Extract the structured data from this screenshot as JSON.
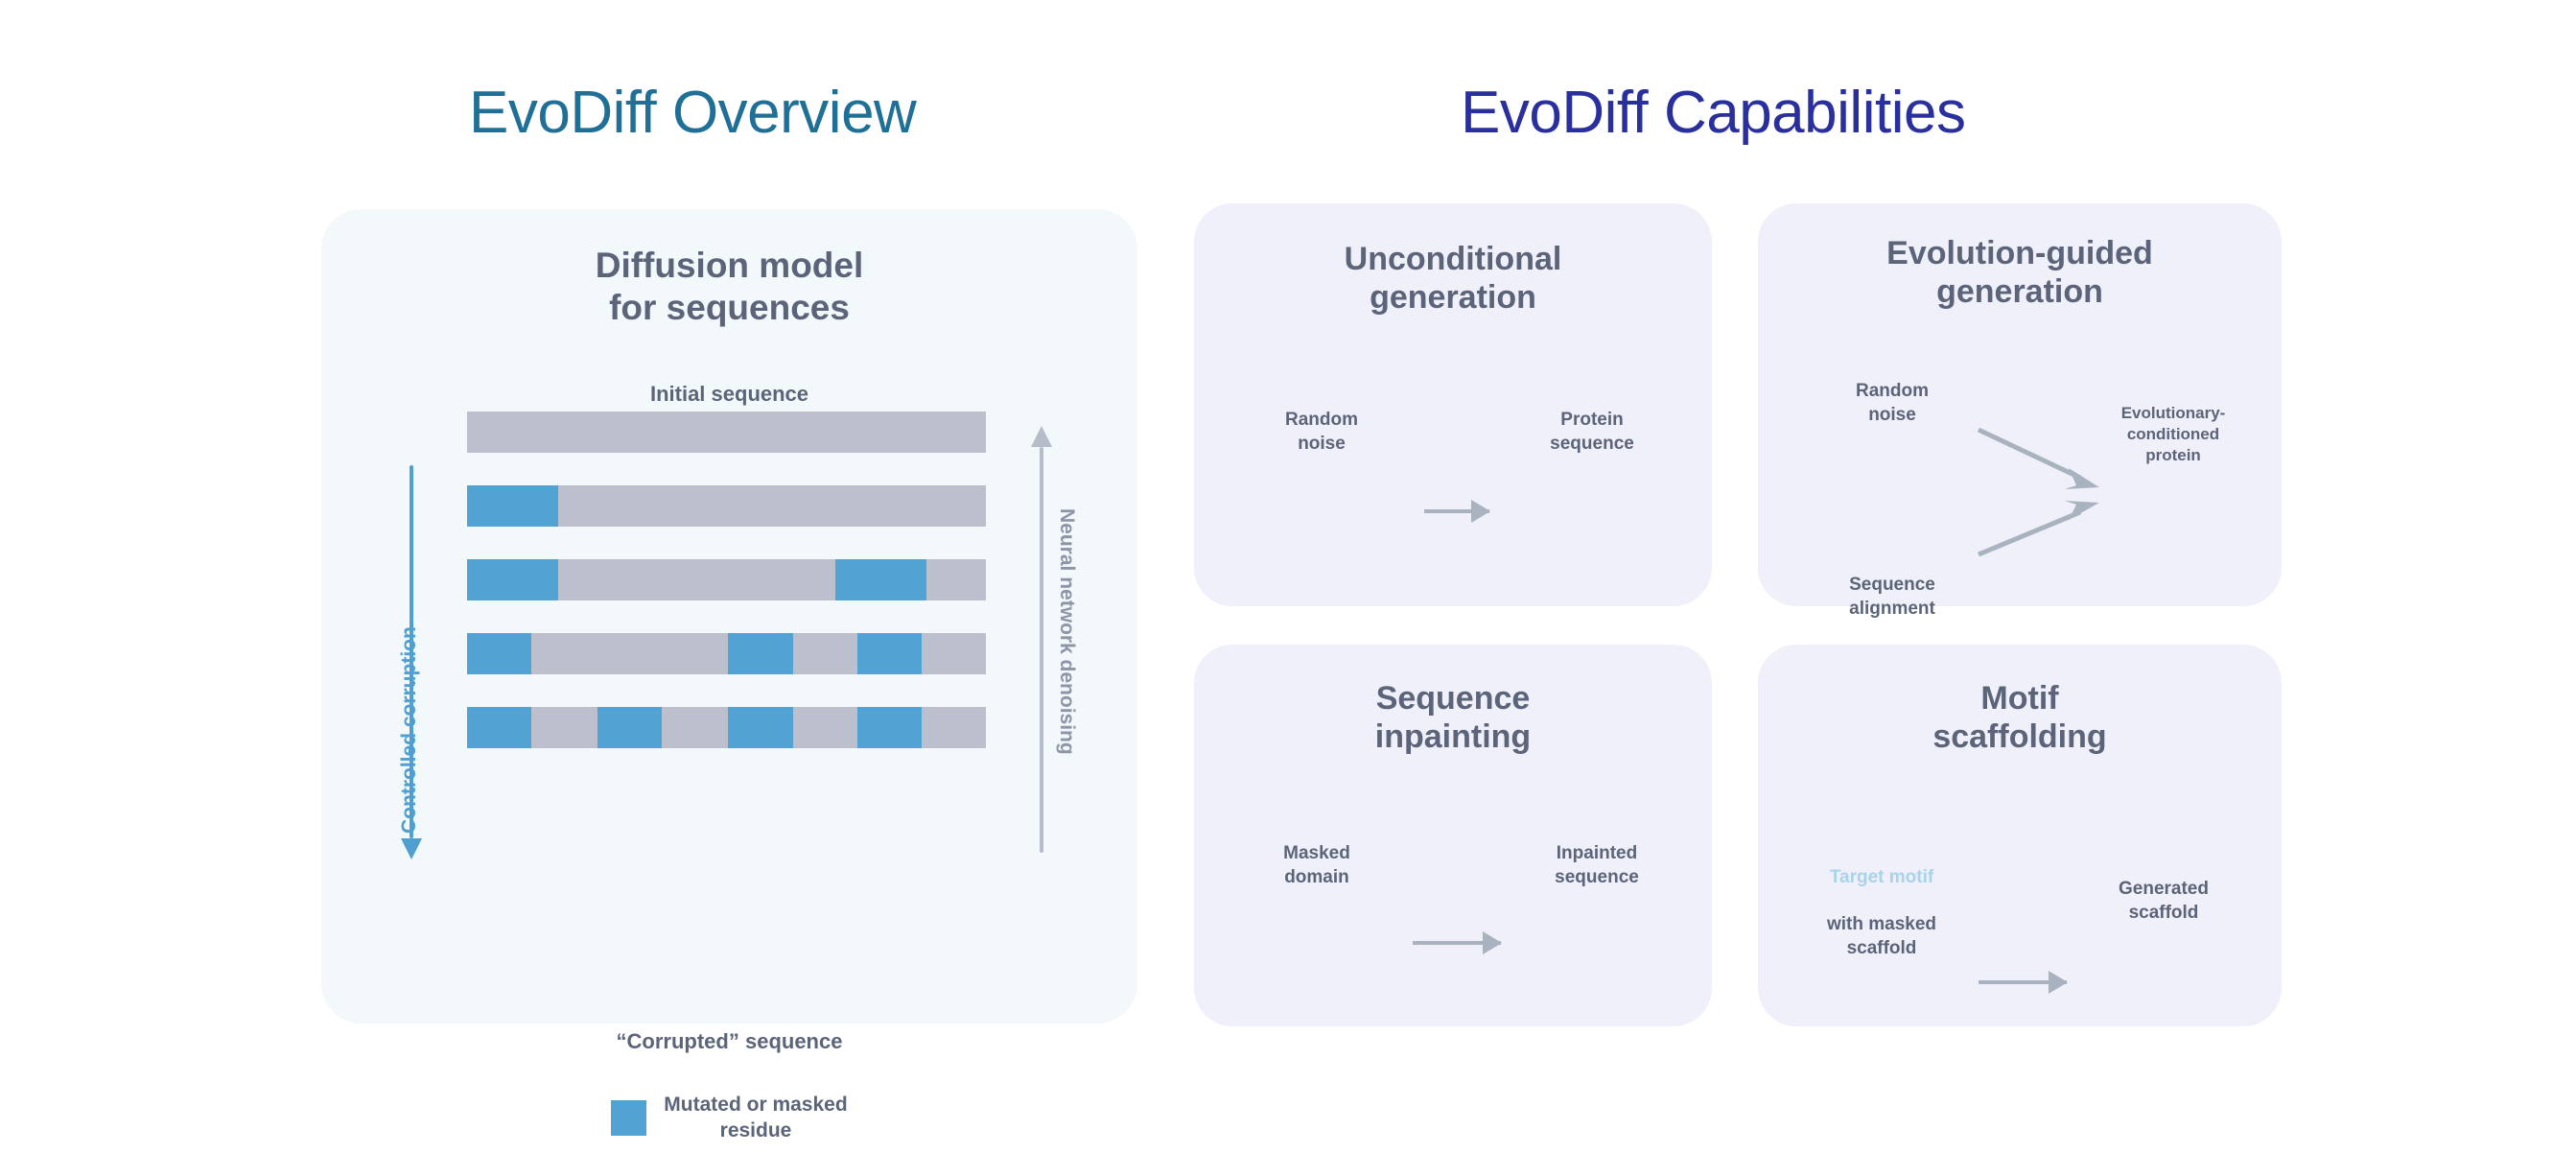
{
  "titles": {
    "overview": "EvoDiff Overview",
    "capabilities": "EvoDiff Capabilities",
    "overview_color": "#1f6f97",
    "capabilities_color": "#2a2f9e"
  },
  "diffusion_panel": {
    "title": "Diffusion model\nfor sequences",
    "top_label": "Initial sequence",
    "bottom_label": "“Corrupted” sequence",
    "left_axis_label": "Controlled corruption",
    "right_axis_label": "Neural network denoising",
    "left_axis_color": "#4f9fd1",
    "right_axis_color": "#b6bcc9",
    "legend": {
      "text": "Mutated or masked\nresidue",
      "swatch_color": "#52a3d4"
    },
    "colors": {
      "sequence": "#bcc0cc",
      "mutated": "#52a3d4",
      "card_bg": "#f3f8fb"
    },
    "rows": [
      {
        "name": "initial-sequence",
        "segments": [
          {
            "t": "gray",
            "w": 100
          }
        ]
      },
      {
        "name": "corruption-step-1",
        "segments": [
          {
            "t": "blue",
            "w": 17.5
          },
          {
            "t": "gray",
            "w": 82.5
          }
        ]
      },
      {
        "name": "corruption-step-2",
        "segments": [
          {
            "t": "blue",
            "w": 17.5
          },
          {
            "t": "gray",
            "w": 53.5
          },
          {
            "t": "blue",
            "w": 17.5
          },
          {
            "t": "gray",
            "w": 11.5
          }
        ]
      },
      {
        "name": "corruption-step-3",
        "segments": [
          {
            "t": "blue",
            "w": 17.5
          },
          {
            "t": "gray",
            "w": 53.5
          },
          {
            "t": "blue",
            "w": 17.5
          },
          {
            "t": "gray",
            "w": 17.5
          },
          {
            "t": "blue",
            "w": 17.5
          },
          {
            "t": "gray",
            "w": 17.5
          }
        ]
      },
      {
        "name": "corrupted-sequence",
        "segments": [
          {
            "t": "blue",
            "w": 17.5
          },
          {
            "t": "gray",
            "w": 18
          },
          {
            "t": "blue",
            "w": 17.5
          },
          {
            "t": "gray",
            "w": 18
          },
          {
            "t": "blue",
            "w": 17.5
          },
          {
            "t": "gray",
            "w": 17.5
          },
          {
            "t": "blue",
            "w": 17.5
          },
          {
            "t": "gray",
            "w": 17.5
          }
        ]
      }
    ]
  },
  "capabilities": {
    "card_bg": "#f0f0fa",
    "colors": {
      "noise": "#8b8edf",
      "sequence": "#b9c0cb",
      "inpainted": "#5d6480",
      "motif": "#bfddeb",
      "scaffold_generated": "#a9b1bd",
      "arrow": "#a8b3bf"
    },
    "cards": [
      {
        "id": "unconditional",
        "title": "Unconditional\ngeneration",
        "input_label": "Random\nnoise",
        "output_label": "Protein\nsequence",
        "input_bars": [
          {
            "indent": 0,
            "width": 88
          },
          {
            "indent": 6,
            "width": 94
          },
          {
            "indent": 0,
            "width": 88
          }
        ],
        "output_bars": [
          {
            "indent": 0,
            "width": 88
          },
          {
            "indent": 6,
            "width": 94
          },
          {
            "indent": 0,
            "width": 88
          }
        ]
      },
      {
        "id": "evolution-guided",
        "title": "Evolution-guided\ngeneration",
        "input_label": "Random\nnoise",
        "alignment_label": "Sequence\nalignment",
        "output_label": "Evolutionary-\nconditioned\nprotein",
        "input_bars": [
          {
            "indent": 0,
            "width": 88
          },
          {
            "indent": 6,
            "width": 94
          },
          {
            "indent": 0,
            "width": 88
          }
        ],
        "alignment_bars": [
          {
            "ticks": [
              12,
              67
            ]
          },
          {
            "ticks": [
              18,
              32,
              46
            ]
          },
          {
            "ticks": [
              25,
              59,
              90
            ]
          }
        ],
        "output_bars": [
          {
            "indent": 0,
            "width": 88
          },
          {
            "indent": 6,
            "width": 94
          },
          {
            "indent": 0,
            "width": 88
          }
        ]
      },
      {
        "id": "sequence-inpainting",
        "title": "Sequence\ninpainting",
        "input_label": "Masked\ndomain",
        "output_label": "Inpainted\nsequence",
        "input_bars": [
          {
            "indent": 0,
            "segments": [
              {
                "t": "gray",
                "w": 36
              },
              {
                "t": "purple",
                "w": 28
              },
              {
                "t": "gray",
                "w": 36
              }
            ]
          },
          {
            "indent": 6,
            "segments": [
              {
                "t": "gray",
                "w": 36
              },
              {
                "t": "purple",
                "w": 28
              },
              {
                "t": "gray",
                "w": 36
              }
            ]
          },
          {
            "indent": 0,
            "segments": [
              {
                "t": "gray",
                "w": 36
              },
              {
                "t": "purple",
                "w": 28
              },
              {
                "t": "gray",
                "w": 36
              }
            ]
          }
        ],
        "output_bars": [
          {
            "indent": 0,
            "segments": [
              {
                "t": "gray",
                "w": 36
              },
              {
                "t": "dark",
                "w": 28
              },
              {
                "t": "gray",
                "w": 36
              }
            ]
          },
          {
            "indent": 6,
            "segments": [
              {
                "t": "gray",
                "w": 36
              },
              {
                "t": "dark",
                "w": 28
              },
              {
                "t": "gray",
                "w": 36
              }
            ]
          },
          {
            "indent": 0,
            "segments": [
              {
                "t": "gray",
                "w": 36
              },
              {
                "t": "dark",
                "w": 28
              },
              {
                "t": "gray",
                "w": 36
              }
            ]
          }
        ]
      },
      {
        "id": "motif-scaffolding",
        "title": "Motif\nscaffolding",
        "input_label_accent": "Target motif",
        "input_label_rest": "with masked scaffold",
        "output_label": "Generated\nscaffold",
        "input_bars": [
          {
            "indent": 0,
            "segments": [
              {
                "t": "lblue",
                "w": 20
              },
              {
                "t": "purple",
                "w": 22
              },
              {
                "t": "lblue",
                "w": 16
              },
              {
                "t": "purple",
                "w": 22
              },
              {
                "t": "lblue",
                "w": 20
              }
            ]
          },
          {
            "indent": 8,
            "segments": [
              {
                "t": "lblue",
                "w": 20
              },
              {
                "t": "purple",
                "w": 22
              },
              {
                "t": "lblue",
                "w": 16
              },
              {
                "t": "purple",
                "w": 22
              },
              {
                "t": "lblue",
                "w": 20
              }
            ]
          },
          {
            "indent": 0,
            "segments": [
              {
                "t": "lblue",
                "w": 20
              },
              {
                "t": "purple",
                "w": 22
              },
              {
                "t": "lblue",
                "w": 16
              },
              {
                "t": "purple",
                "w": 22
              },
              {
                "t": "lblue",
                "w": 20
              }
            ]
          }
        ],
        "output_bars": [
          {
            "indent": 0,
            "segments": [
              {
                "t": "lblue",
                "w": 20
              },
              {
                "t": "mgray",
                "w": 22
              },
              {
                "t": "lblue",
                "w": 16
              },
              {
                "t": "mgray",
                "w": 22
              },
              {
                "t": "lblue",
                "w": 20
              }
            ]
          },
          {
            "indent": 8,
            "segments": [
              {
                "t": "lblue",
                "w": 20
              },
              {
                "t": "mgray",
                "w": 22
              },
              {
                "t": "lblue",
                "w": 16
              },
              {
                "t": "mgray",
                "w": 22
              },
              {
                "t": "lblue",
                "w": 20
              }
            ]
          },
          {
            "indent": 0,
            "segments": [
              {
                "t": "lblue",
                "w": 20
              },
              {
                "t": "mgray",
                "w": 22
              },
              {
                "t": "lblue",
                "w": 16
              },
              {
                "t": "mgray",
                "w": 22
              },
              {
                "t": "lblue",
                "w": 20
              }
            ]
          }
        ]
      }
    ]
  }
}
